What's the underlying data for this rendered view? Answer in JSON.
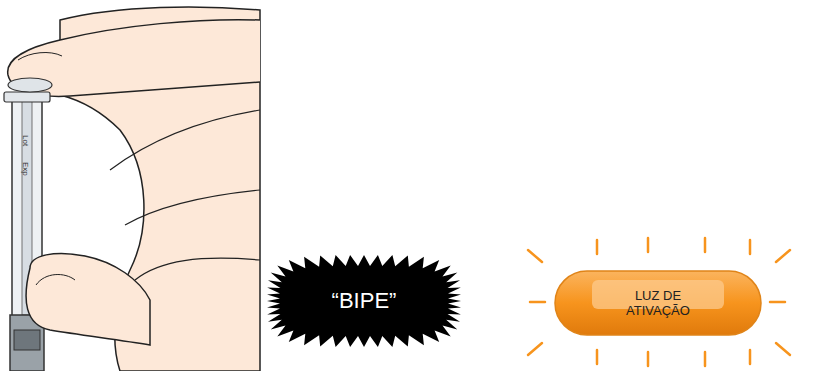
{
  "diagram": {
    "nodes": [
      {
        "text": [
          "“BIPE”"
        ]
      },
      {
        "text": [
          "LUZ DE ATIVAÇÃO"
        ]
      }
    ],
    "labels": [
      "Lot",
      "Exp"
    ]
  }
}
